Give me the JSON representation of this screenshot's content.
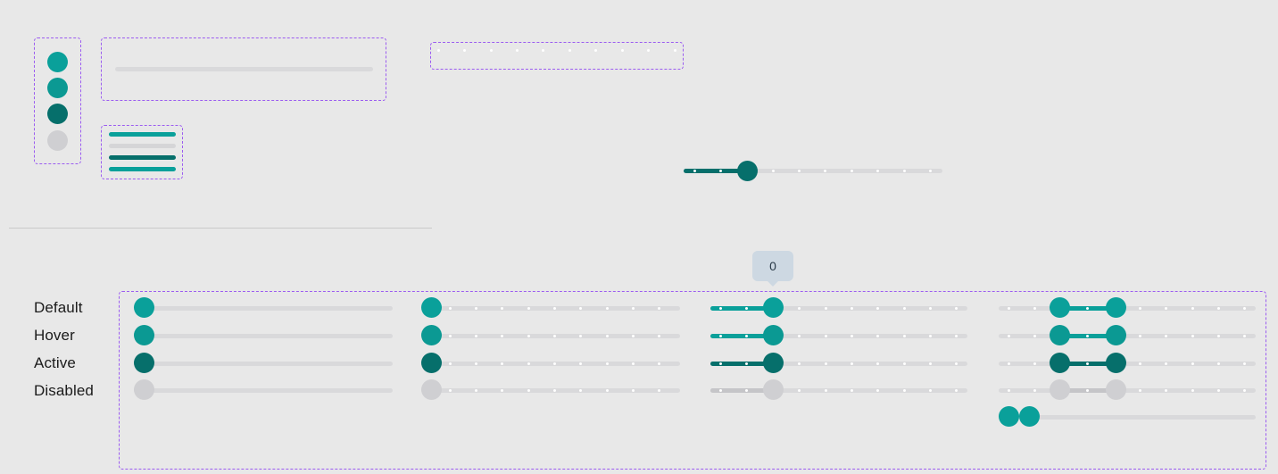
{
  "colors": {
    "default": "#0aa09a",
    "hover": "#0b9993",
    "active": "#066f6b",
    "disabled": "#cfcfd2",
    "rail": "#d9d9db",
    "active_rail": "#0aa09a",
    "outline": "#9b5cf0",
    "tooltip_bg": "#cdd8e2"
  },
  "states": [
    {
      "key": "default",
      "label": "Default"
    },
    {
      "key": "hover",
      "label": "Hover"
    },
    {
      "key": "active",
      "label": "Active"
    },
    {
      "key": "disabled",
      "label": "Disabled"
    }
  ],
  "tooltip": {
    "value": "0"
  },
  "sliders": {
    "continuous": {
      "value": 0
    },
    "discrete": {
      "value": 0
    },
    "discrete_filled": {
      "value": 0
    },
    "range": {
      "value_low": 0,
      "value_high": 0
    }
  }
}
